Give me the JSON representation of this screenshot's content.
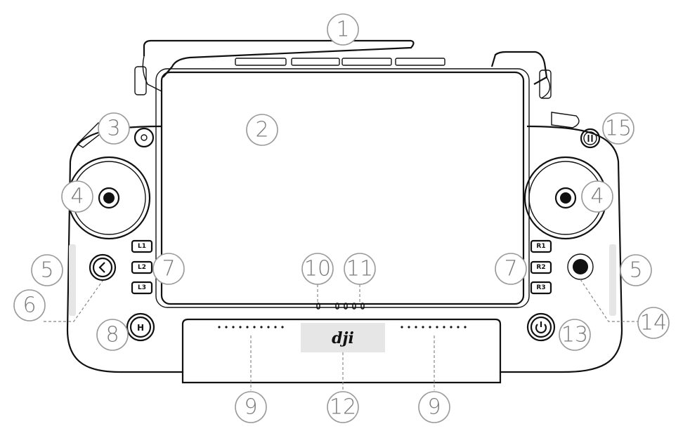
{
  "callouts": {
    "c1": "1",
    "c2": "2",
    "c3": "3",
    "c4": "4",
    "c5": "5",
    "c6": "6",
    "c7": "7",
    "c8": "8",
    "c9": "9",
    "c10": "10",
    "c11": "11",
    "c12": "12",
    "c13": "13",
    "c14": "14",
    "c15": "15"
  },
  "buttons": {
    "left": [
      "L1",
      "L2",
      "L3"
    ],
    "right": [
      "R1",
      "R2",
      "R3"
    ]
  },
  "logo": "dji",
  "colors": {
    "outline": "#111111",
    "callout": "#9a9a9a",
    "panel": "#e6e6e6"
  }
}
